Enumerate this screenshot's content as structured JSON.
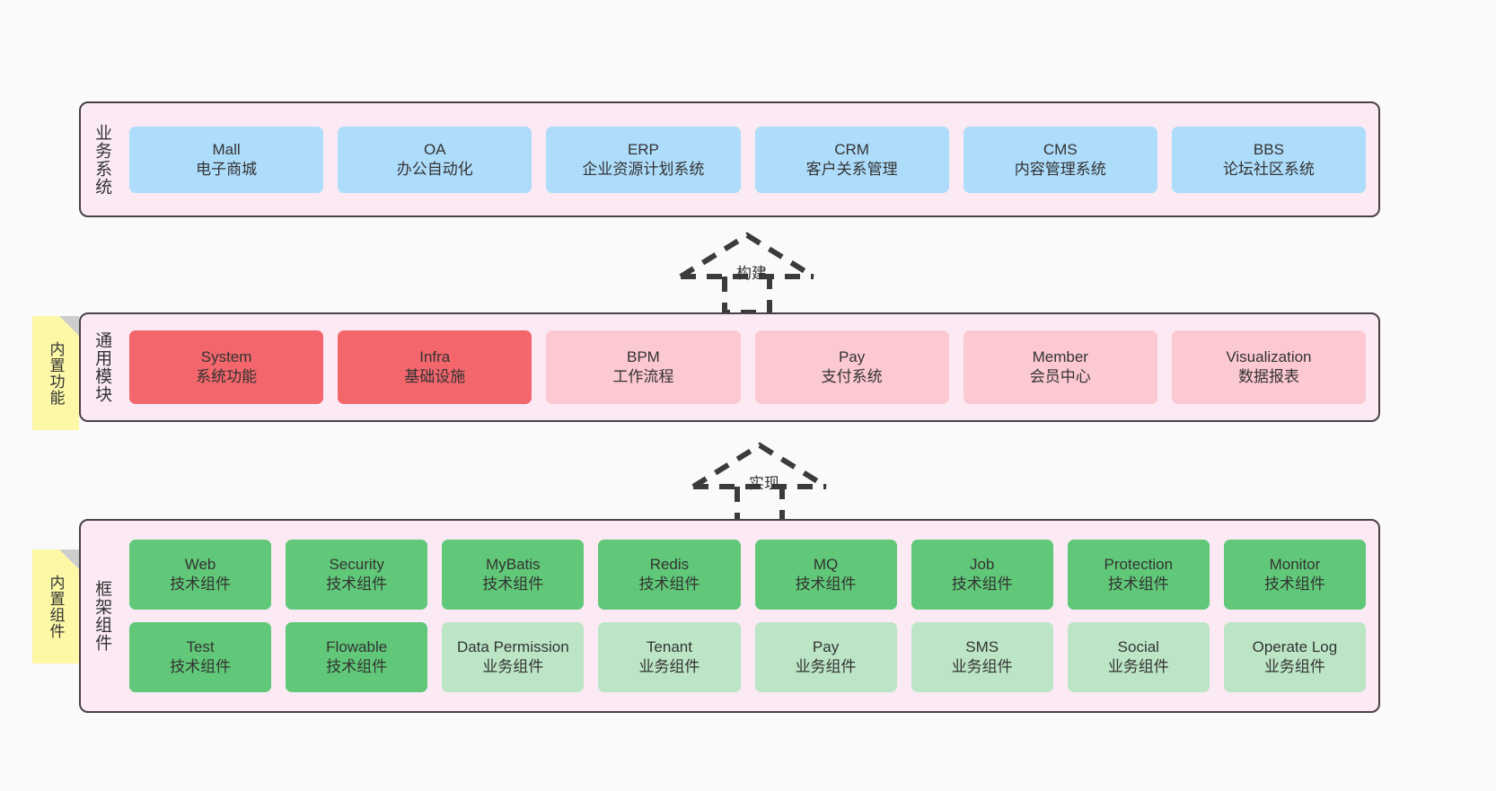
{
  "diagram": {
    "title": "",
    "colors": {
      "canvas_bg": "#fafafa",
      "layer_bg": "#fbeaf4",
      "layer_border": "#4a4048",
      "business_card": "#aedcfb",
      "module_primary": "#f2666c",
      "module_secondary": "#fcc8d1",
      "framework_tech": "#60c878",
      "framework_business": "#bce5c5",
      "note_bg": "#fcf8a6",
      "note_fold": "#cdcdcd",
      "text": "#333333"
    }
  },
  "layers": {
    "business": {
      "title": "业务系统",
      "cards": [
        {
          "name": "Mall",
          "desc": "电子商城"
        },
        {
          "name": "OA",
          "desc": "办公自动化"
        },
        {
          "name": "ERP",
          "desc": "企业资源计划系统"
        },
        {
          "name": "CRM",
          "desc": "客户关系管理"
        },
        {
          "name": "CMS",
          "desc": "内容管理系统"
        },
        {
          "name": "BBS",
          "desc": "论坛社区系统"
        }
      ]
    },
    "modules": {
      "title": "通用模块",
      "note": "内置功能",
      "cards": [
        {
          "name": "System",
          "desc": "系统功能"
        },
        {
          "name": "Infra",
          "desc": "基础设施"
        },
        {
          "name": "BPM",
          "desc": "工作流程"
        },
        {
          "name": "Pay",
          "desc": "支付系统"
        },
        {
          "name": "Member",
          "desc": "会员中心"
        },
        {
          "name": "Visualization",
          "desc": "数据报表"
        }
      ]
    },
    "framework": {
      "title": "框架组件",
      "note": "内置组件",
      "row1": [
        {
          "name": "Web",
          "desc": "技术组件"
        },
        {
          "name": "Security",
          "desc": "技术组件"
        },
        {
          "name": "MyBatis",
          "desc": "技术组件"
        },
        {
          "name": "Redis",
          "desc": "技术组件"
        },
        {
          "name": "MQ",
          "desc": "技术组件"
        },
        {
          "name": "Job",
          "desc": "技术组件"
        },
        {
          "name": "Protection",
          "desc": "技术组件"
        },
        {
          "name": "Monitor",
          "desc": "技术组件"
        }
      ],
      "row2": [
        {
          "name": "Test",
          "desc": "技术组件"
        },
        {
          "name": "Flowable",
          "desc": "技术组件"
        },
        {
          "name": "Data Permission",
          "desc": "业务组件"
        },
        {
          "name": "Tenant",
          "desc": "业务组件"
        },
        {
          "name": "Pay",
          "desc": "业务组件"
        },
        {
          "name": "SMS",
          "desc": "业务组件"
        },
        {
          "name": "Social",
          "desc": "业务组件"
        },
        {
          "name": "Operate Log",
          "desc": "业务组件"
        }
      ]
    }
  },
  "connectors": [
    {
      "label": "构建",
      "from": "通用模块",
      "to": "业务系统"
    },
    {
      "label": "实现",
      "from": "框架组件",
      "to": "通用模块"
    }
  ]
}
